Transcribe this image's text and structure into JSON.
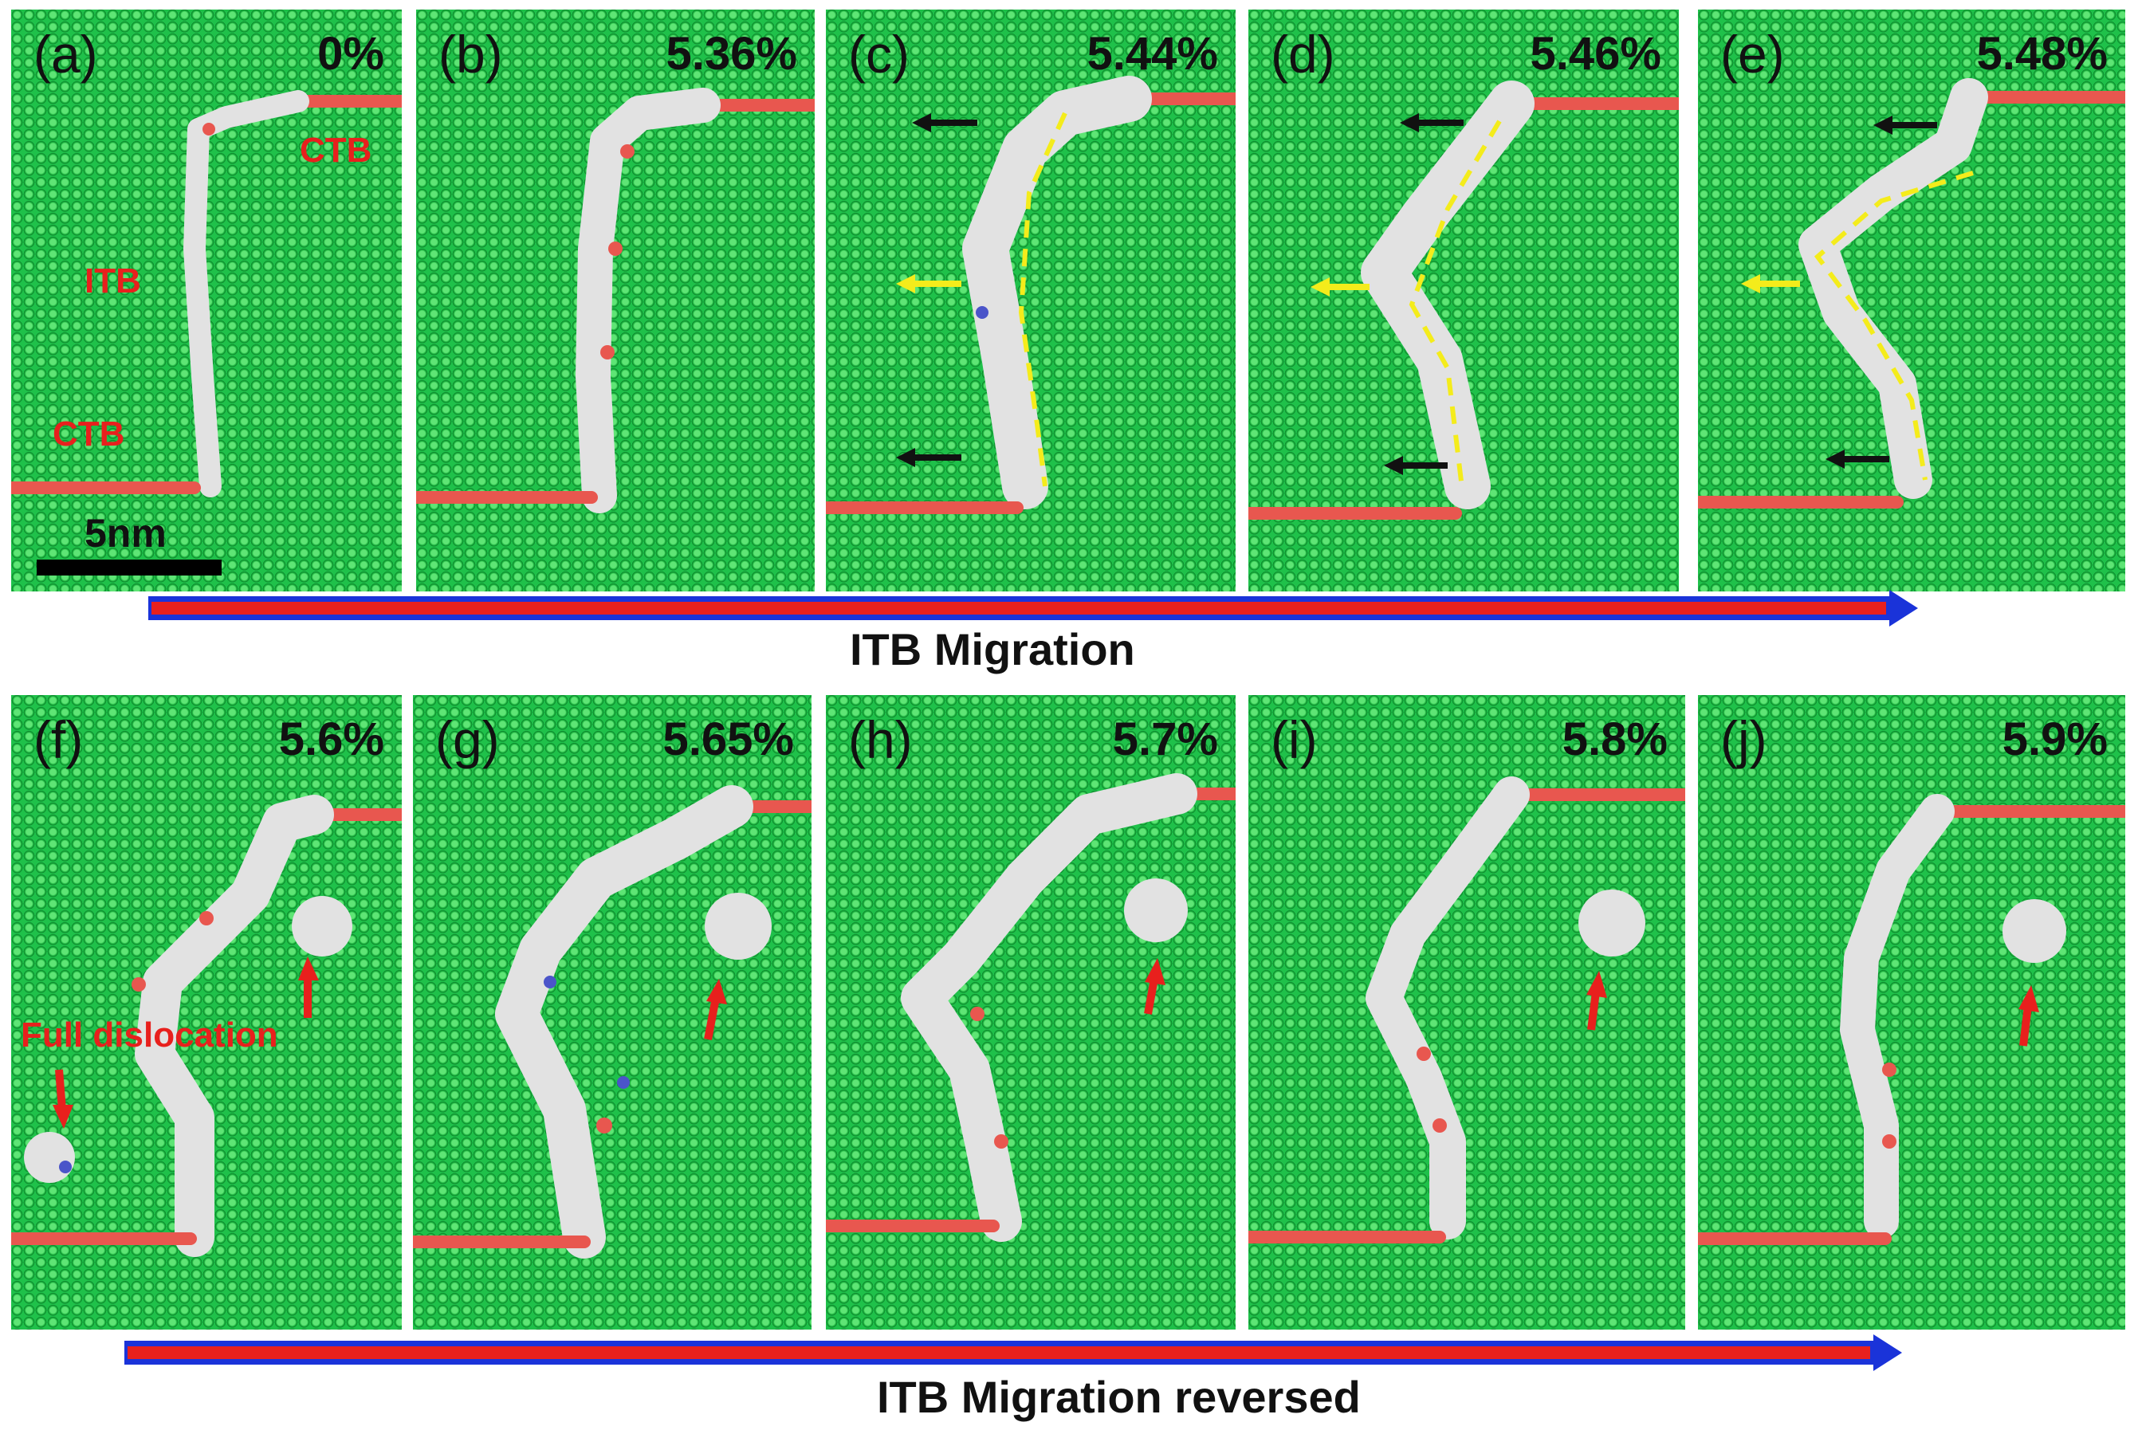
{
  "panels": [
    {
      "label": "(a)",
      "strain": "0%"
    },
    {
      "label": "(b)",
      "strain": "5.36%"
    },
    {
      "label": "(c)",
      "strain": "5.44%"
    },
    {
      "label": "(d)",
      "strain": "5.46%"
    },
    {
      "label": "(e)",
      "strain": "5.48%"
    },
    {
      "label": "(f)",
      "strain": "5.6%"
    },
    {
      "label": "(g)",
      "strain": "5.65%"
    },
    {
      "label": "(h)",
      "strain": "5.7%"
    },
    {
      "label": "(i)",
      "strain": "5.8%"
    },
    {
      "label": "(j)",
      "strain": "5.9%"
    }
  ],
  "annotations": {
    "ctb_top": "CTB",
    "itb": "ITB",
    "ctb_bottom": "CTB",
    "full_dislocation": "Full dislocation",
    "scale_bar": "5nm"
  },
  "timelines": {
    "top": "ITB Migration",
    "bottom": "ITB Migration reversed"
  },
  "colors": {
    "matrix_atoms": "#1fc14a",
    "boundary_atoms": "#dedede",
    "twin_atoms": "#e8574f",
    "other_atoms": "#4b55c9",
    "arrow_red": "#e8201d",
    "arrow_blue": "#1a33d9",
    "arrow_yellow": "#f4ec1b",
    "arrow_black": "#111111"
  }
}
